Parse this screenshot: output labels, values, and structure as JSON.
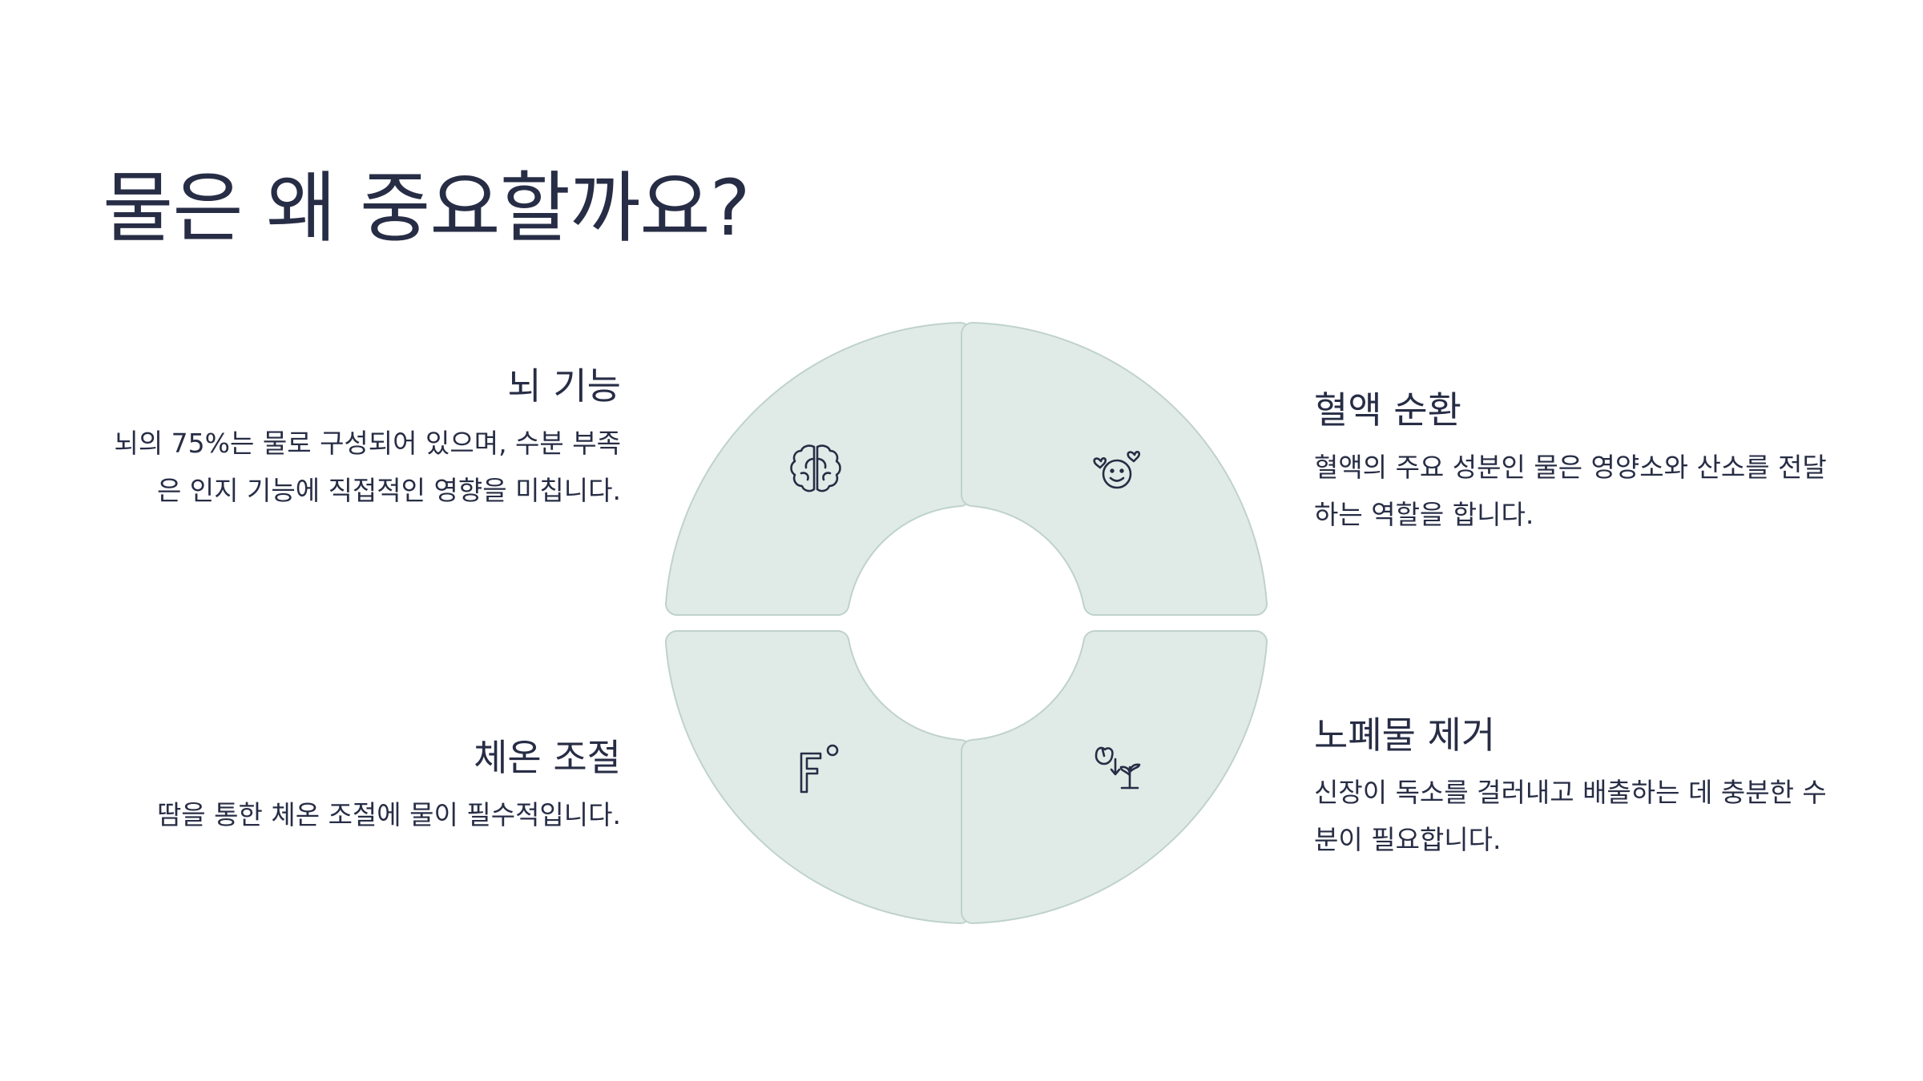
{
  "title": "물은 왜 중요할까요?",
  "sections": {
    "brain": {
      "heading": "뇌 기능",
      "body": "뇌의 75%는 물로 구성되어 있으며, 수분 부족은 인지 기능에 직접적인 영향을 미칩니다.",
      "icon": "brain-icon"
    },
    "blood": {
      "heading": "혈액 순환",
      "body": "혈액의 주요 성분인 물은 영양소와 산소를 전달하는 역할을 합니다.",
      "icon": "smiley-hearts-icon"
    },
    "temperature": {
      "heading": "체온 조절",
      "body": "땀을 통한 체온 조절에 물이 필수적입니다.",
      "icon": "fahrenheit-icon"
    },
    "waste": {
      "heading": "노폐물 제거",
      "body": "신장이 독소를 걸러내고 배출하는 데 충분한 수분이 필요합니다.",
      "icon": "detox-sprout-icon"
    }
  },
  "colors": {
    "text": "#272d45",
    "quadrant_fill": "#e0ebe7",
    "quadrant_stroke": "#bfd2cb",
    "background": "#ffffff"
  }
}
